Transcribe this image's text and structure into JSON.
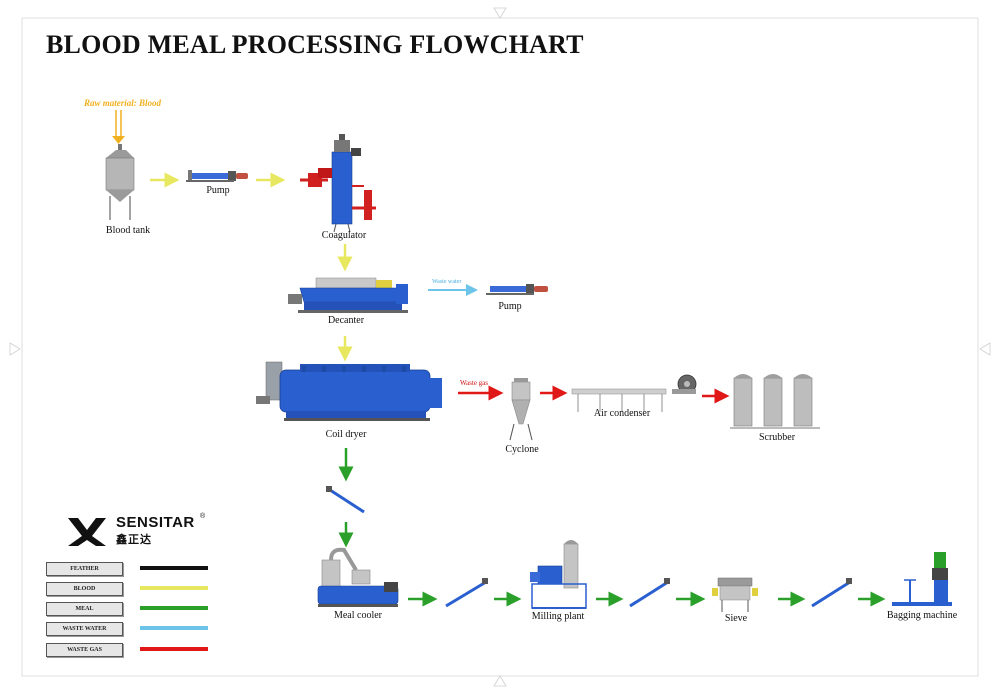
{
  "title": "BLOOD MEAL PROCESSING FLOWCHART",
  "raw_material": "Raw material: Blood",
  "equipment": {
    "blood_tank": "Blood tank",
    "pump_1": "Pump",
    "coagulator": "Coagulator",
    "decanter": "Decanter",
    "pump_2": "Pump",
    "coil_dryer": "Coil dryer",
    "cyclone": "Cyclone",
    "air_condenser": "Air condenser",
    "scrubber": "Scrubber",
    "meal_cooler": "Meal cooler",
    "milling_plant": "Milling plant",
    "sieve": "Sieve",
    "bagging_machine": "Bagging machine"
  },
  "flow_labels": {
    "waste_gas": "Waste gas",
    "waste_water": "Waste water"
  },
  "legend": [
    {
      "label": "FEATHER",
      "color": "#111111"
    },
    {
      "label": "BLOOD",
      "color": "#e8e860"
    },
    {
      "label": "MEAL",
      "color": "#2aa02a"
    },
    {
      "label": "WASTE WATER",
      "color": "#6cc4e8"
    },
    {
      "label": "WASTE GAS",
      "color": "#e01818"
    }
  ],
  "brand": {
    "name": "SENSITAR",
    "name_cn": "鑫正达",
    "reg": "®"
  },
  "colors": {
    "blood_flow": "#e8e860",
    "raw_arrow": "#f0b020",
    "meal_flow": "#2aa02a",
    "waste_gas": "#e01818",
    "waste_water": "#6cc4e8",
    "equipment_blue": "#2a5fd0",
    "equipment_gray": "#b8b8b8"
  }
}
